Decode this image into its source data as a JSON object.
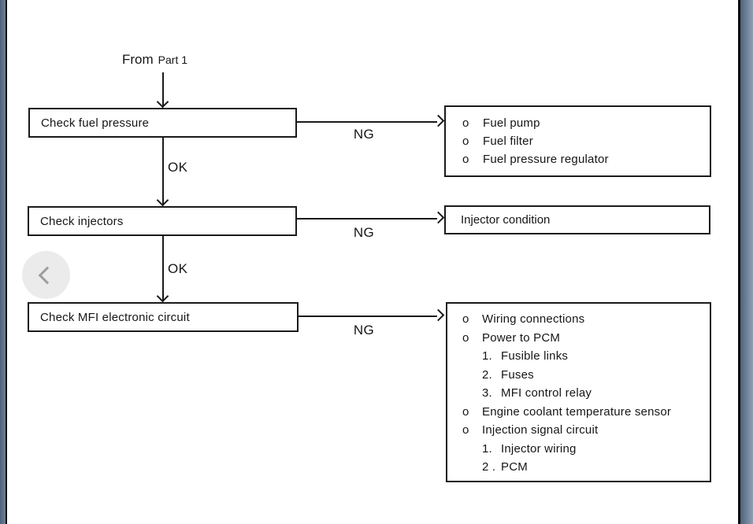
{
  "flow": {
    "from_label": "From",
    "from_part": "Part 1",
    "ok_label": "OK",
    "ng_label": "NG",
    "steps": [
      {
        "label": "Check fuel pressure"
      },
      {
        "label": "Check injectors"
      },
      {
        "label": "Check MFI electronic circuit"
      }
    ],
    "results": {
      "fuel": {
        "bullet": "o",
        "items": [
          "Fuel pump",
          "Fuel filter",
          "Fuel pressure regulator"
        ]
      },
      "injector": {
        "label": "Injector condition"
      },
      "mfi": {
        "lines": [
          {
            "bullet": "o",
            "text": "Wiring connections"
          },
          {
            "bullet": "o",
            "text": "Power to PCM"
          },
          {
            "bullet": "1.",
            "text": "Fusible links"
          },
          {
            "bullet": "2.",
            "text": "Fuses"
          },
          {
            "bullet": "3.",
            "text": "MFI control relay"
          },
          {
            "bullet": "o",
            "text": "Engine coolant temperature sensor"
          },
          {
            "bullet": "o",
            "text": "Injection signal circuit"
          },
          {
            "bullet": "1.",
            "text": "Injector wiring"
          },
          {
            "bullet": "2 .",
            "text": "PCM"
          }
        ]
      }
    }
  },
  "colors": {
    "side_bar": "#5f7489",
    "line": "#1a1a1a",
    "back_button_bg": "#ebebeb"
  }
}
